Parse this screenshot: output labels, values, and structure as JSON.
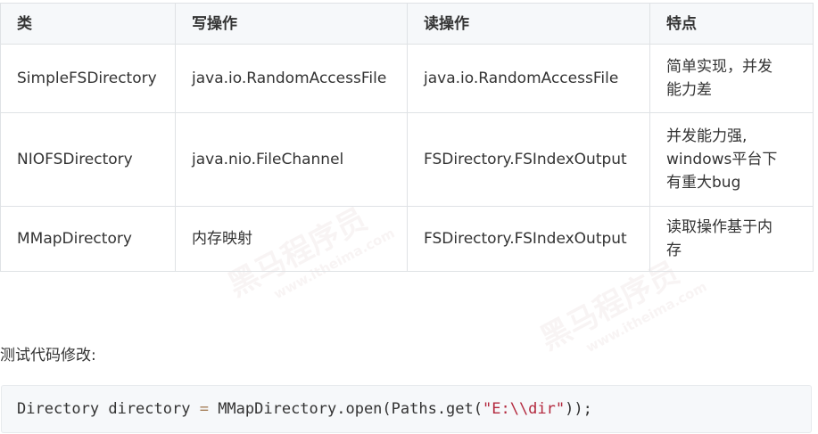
{
  "table": {
    "headers": [
      "类",
      "写操作",
      "读操作",
      "特点"
    ],
    "rows": [
      {
        "class": "SimpleFSDirectory",
        "write": "java.io.RandomAccessFile",
        "read": "java.io.RandomAccessFile",
        "note_lines": [
          "简单实现，并发",
          "能力差"
        ]
      },
      {
        "class": "NIOFSDirectory",
        "write": "java.nio.FileChannel",
        "read": "FSDirectory.FSIndexOutput",
        "note_lines": [
          "并发能力强,",
          "windows平台下",
          "有重大bug"
        ]
      },
      {
        "class": "MMapDirectory",
        "write": "内存映射",
        "read": "FSDirectory.FSIndexOutput",
        "note_lines": [
          "读取操作基于内",
          "存"
        ]
      }
    ]
  },
  "caption": "测试代码修改:",
  "code": {
    "part1": "Directory directory ",
    "op": "=",
    "part2": " MMapDirectory.open(Paths.get(",
    "string": "\"E:\\\\dir\"",
    "part3": "));"
  },
  "watermark": {
    "brand": "黑马程序员",
    "url": "www.itheima.com"
  }
}
